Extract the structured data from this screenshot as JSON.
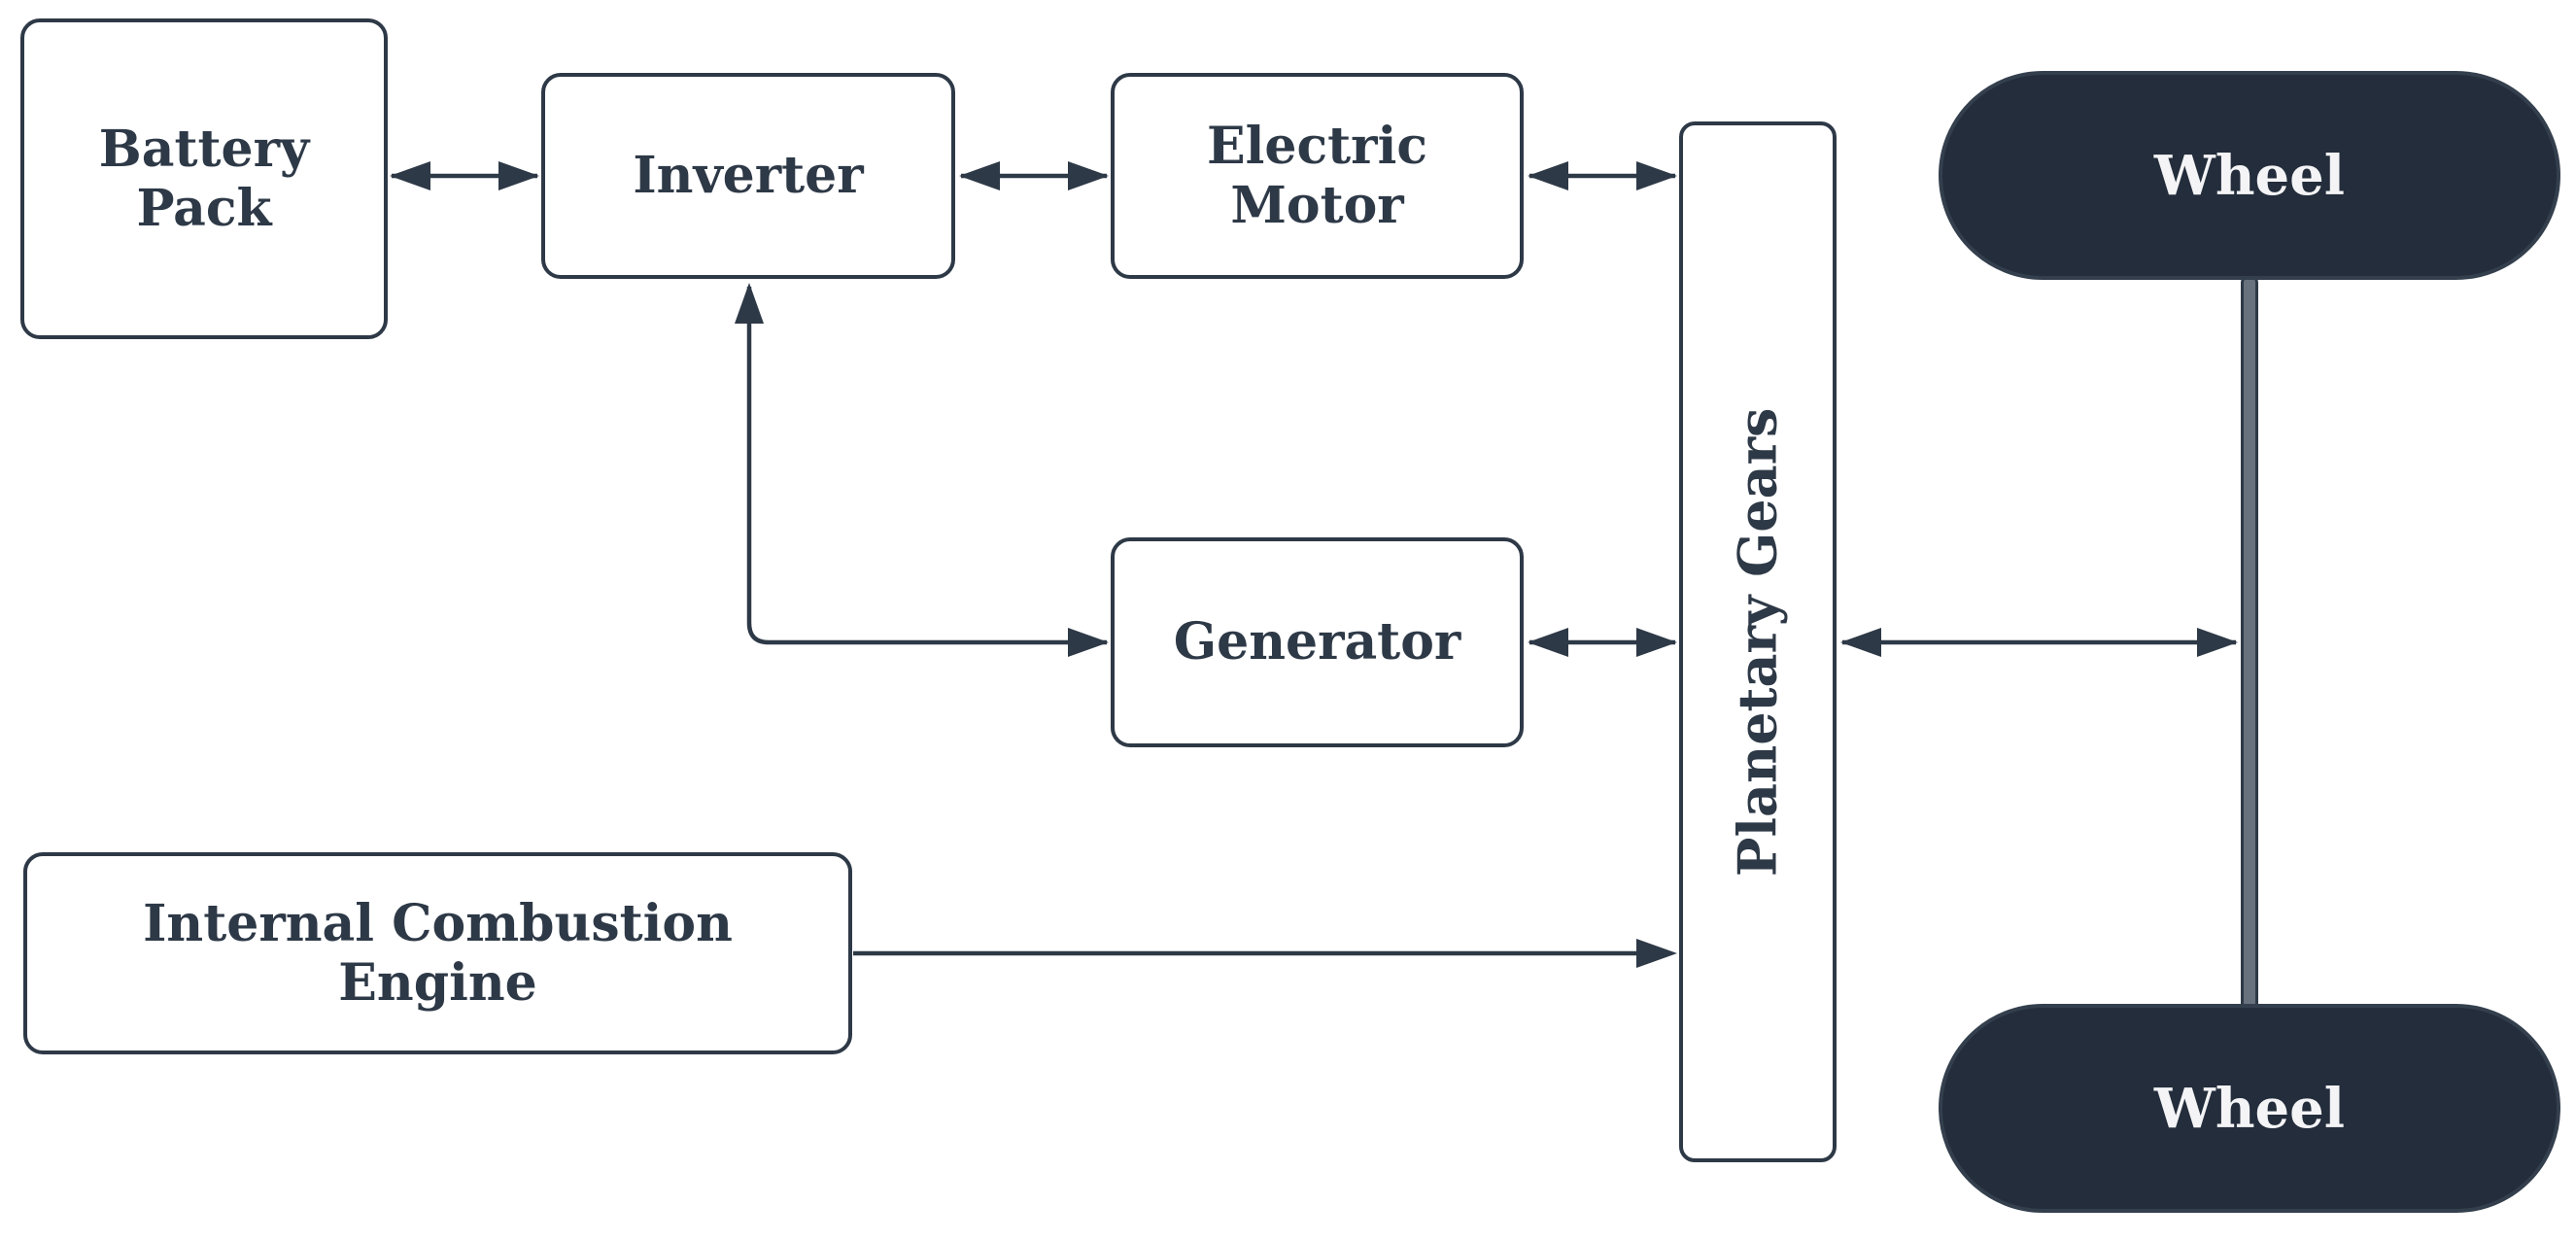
{
  "diagram": {
    "nodes": {
      "battery_pack": {
        "label": "Battery\nPack"
      },
      "inverter": {
        "label": "Inverter"
      },
      "electric_motor": {
        "label": "Electric\nMotor"
      },
      "generator": {
        "label": "Generator"
      },
      "internal_combustion_engine": {
        "label": "Internal Combustion\nEngine"
      },
      "planetary_gears": {
        "label": "Planetary Gears"
      },
      "wheel_top": {
        "label": "Wheel"
      },
      "wheel_bottom": {
        "label": "Wheel"
      }
    },
    "edges": [
      {
        "from": "battery_pack",
        "to": "inverter",
        "direction": "bidirectional"
      },
      {
        "from": "inverter",
        "to": "electric_motor",
        "direction": "bidirectional"
      },
      {
        "from": "electric_motor",
        "to": "planetary_gears",
        "direction": "bidirectional"
      },
      {
        "from": "inverter",
        "to": "generator",
        "direction": "bidirectional",
        "shape": "elbow"
      },
      {
        "from": "generator",
        "to": "planetary_gears",
        "direction": "bidirectional"
      },
      {
        "from": "internal_combustion_engine",
        "to": "planetary_gears",
        "direction": "forward"
      },
      {
        "from": "planetary_gears",
        "to": "axle",
        "direction": "bidirectional"
      },
      {
        "from": "wheel_top",
        "to": "wheel_bottom",
        "direction": "none",
        "shape": "axle"
      }
    ],
    "colors": {
      "stroke": "#2e3947",
      "node_fill": "#ffffff",
      "node_text": "#2e3947",
      "wheel_fill": "#232d3b",
      "wheel_text": "#f4f4f6",
      "axle_fill": "#68717e",
      "background": "#ffffff"
    }
  }
}
